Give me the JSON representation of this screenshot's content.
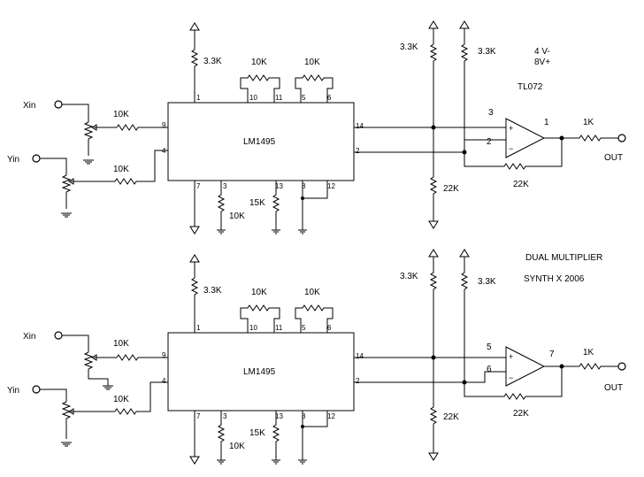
{
  "circuit_top": {
    "chip_label": "LM1495",
    "opamp_label": "TL072",
    "supply_note_1": "4 V-",
    "supply_note_2": "8V+",
    "input_x": "Xin",
    "input_y": "Yin",
    "output": "OUT",
    "r_in_x": "10K",
    "r_in_y": "10K",
    "r_supply_chip": "3.3K",
    "r_gain_1": "10K",
    "r_gain_2": "10K",
    "r_bias_1": "10K",
    "r_bias_2": "15K",
    "r_pull_a": "3.3K",
    "r_pull_b": "3.3K",
    "r_low": "22K",
    "r_feedback": "22K",
    "r_out": "1K",
    "chip_pins": {
      "p1": "1",
      "p10": "10",
      "p11": "11",
      "p5": "5",
      "p6": "6",
      "p9": "9",
      "p4": "4",
      "p14": "14",
      "p2": "2",
      "p7": "7",
      "p3": "3",
      "p13": "13",
      "p8": "8",
      "p12": "12"
    },
    "opamp_pins": {
      "in_plus": "3",
      "in_minus": "2",
      "out": "1"
    },
    "opamp_signs": {
      "plus": "+",
      "minus": "−"
    }
  },
  "circuit_bottom": {
    "chip_label": "LM1495",
    "title": "DUAL MULTIPLIER",
    "credit": "SYNTH X 2006",
    "input_x": "Xin",
    "input_y": "Yin",
    "output": "OUT",
    "r_in_x": "10K",
    "r_in_y": "10K",
    "r_supply_chip": "3.3K",
    "r_gain_1": "10K",
    "r_gain_2": "10K",
    "r_bias_1": "10K",
    "r_bias_2": "15K",
    "r_pull_a": "3.3K",
    "r_pull_b": "3.3K",
    "r_low": "22K",
    "r_feedback": "22K",
    "r_out": "1K",
    "chip_pins": {
      "p1": "1",
      "p10": "10",
      "p11": "11",
      "p5": "5",
      "p6": "6",
      "p9": "9",
      "p4": "4",
      "p14": "14",
      "p2": "2",
      "p7": "7",
      "p3": "3",
      "p13": "13",
      "p8": "8",
      "p12": "12"
    },
    "opamp_pins": {
      "in_plus": "5",
      "in_minus": "6",
      "out": "7"
    },
    "opamp_signs": {
      "plus": "+",
      "minus": "−"
    }
  }
}
